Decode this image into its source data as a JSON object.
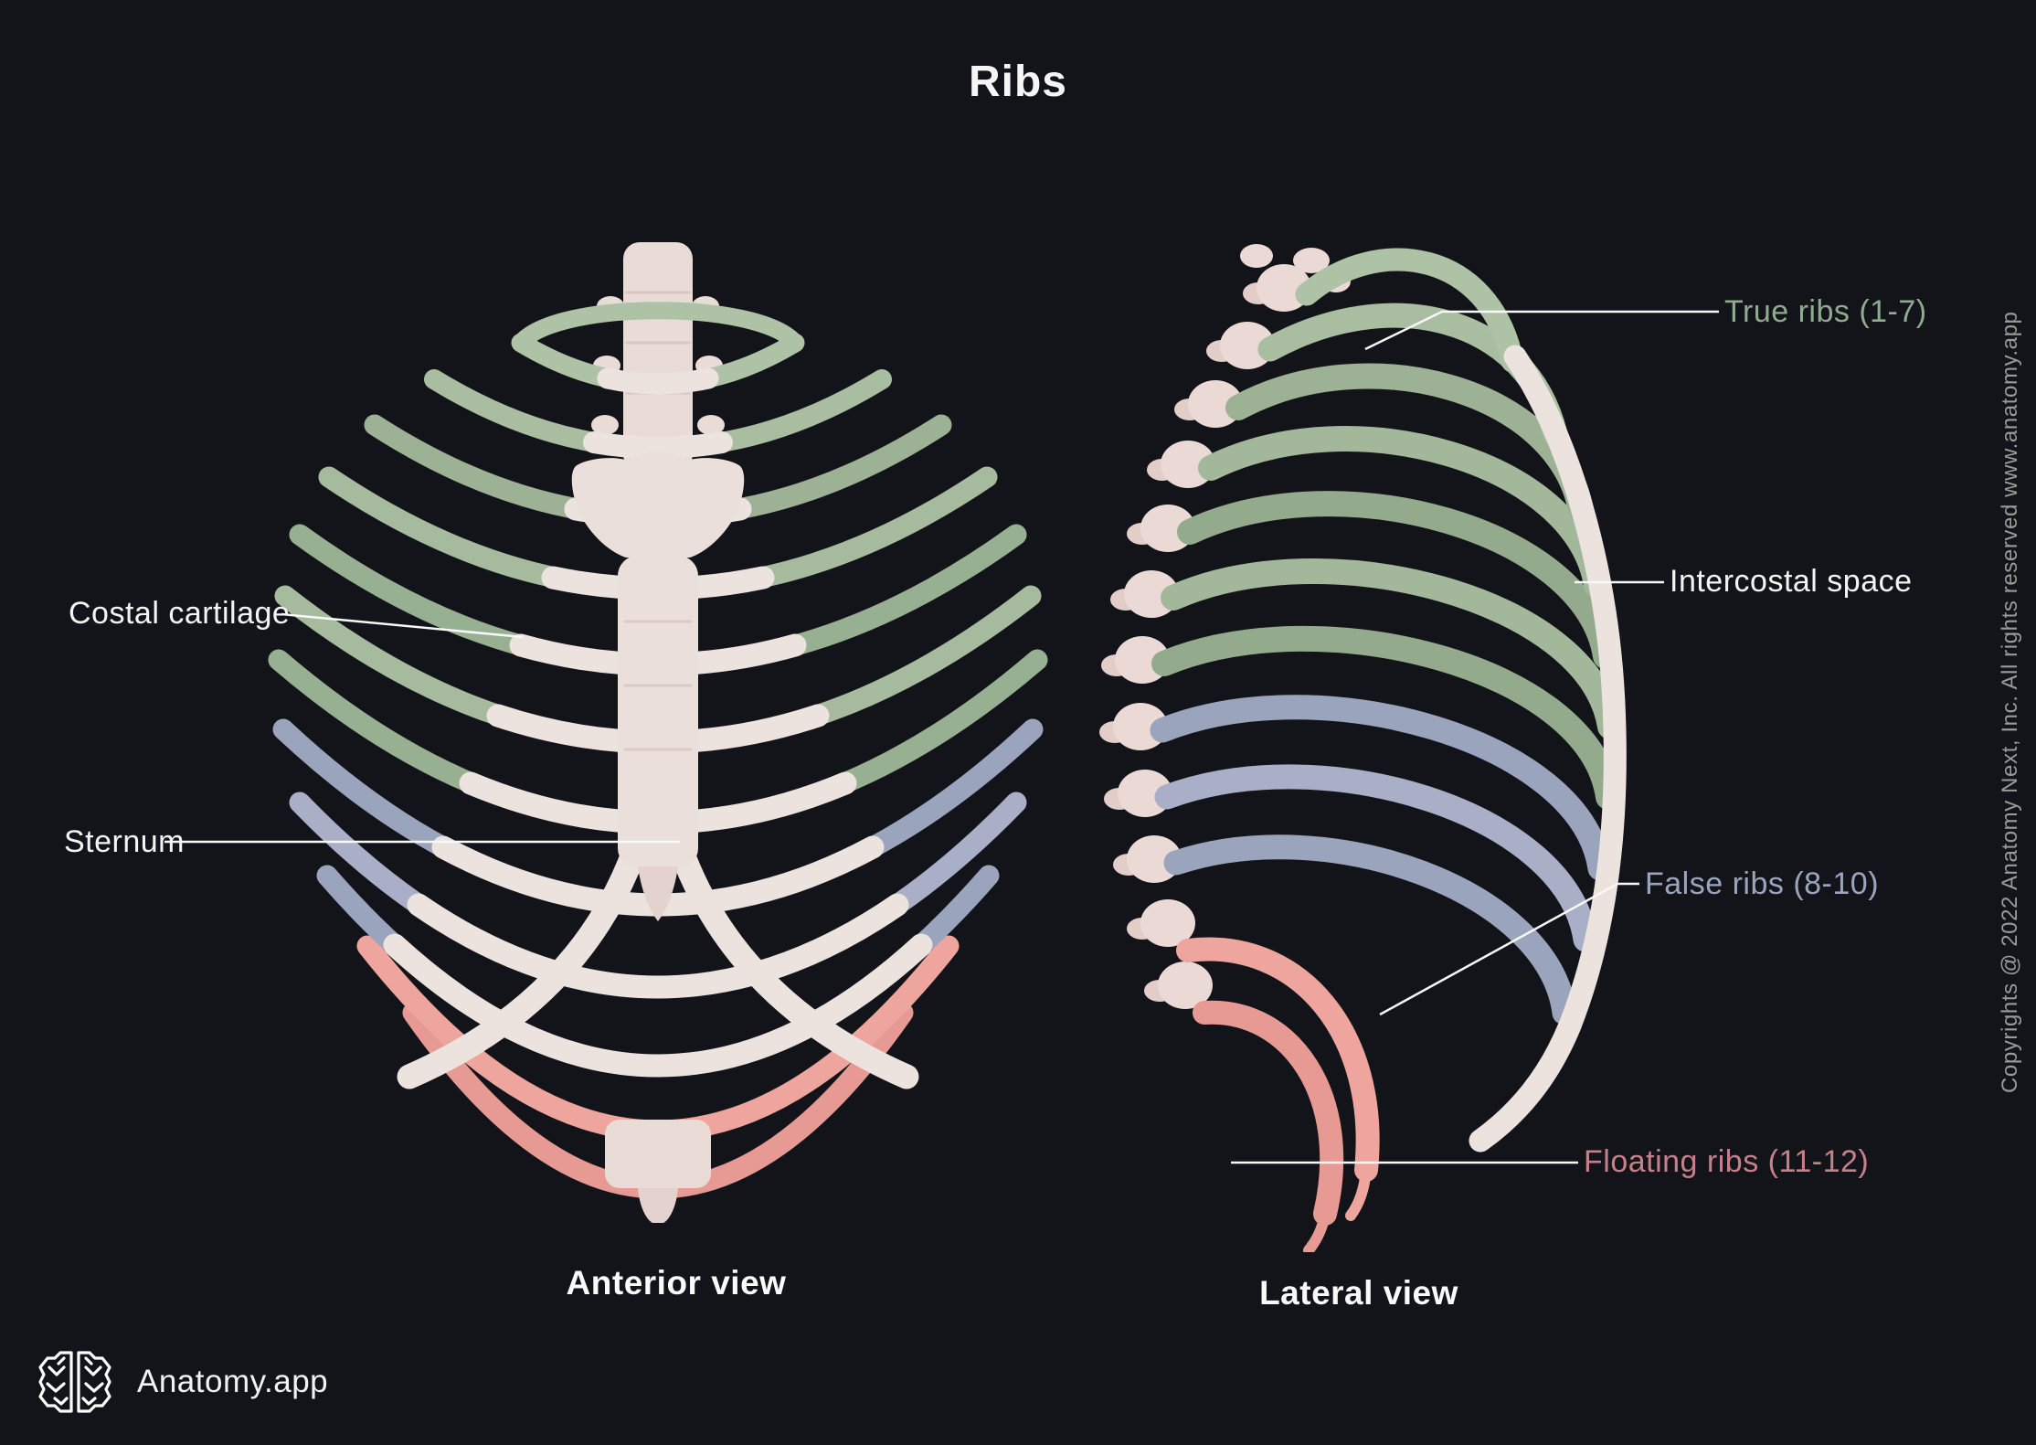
{
  "title": "Ribs",
  "views": {
    "anterior": {
      "caption": "Anterior view"
    },
    "lateral": {
      "caption": "Lateral view"
    }
  },
  "labels": {
    "costal_cartilage": {
      "text": "Costal cartilage",
      "color": "#f4f4f4"
    },
    "sternum": {
      "text": "Sternum",
      "color": "#f4f4f4"
    },
    "true_ribs": {
      "text": "True ribs (1-7)",
      "color": "#8fac91"
    },
    "intercostal_space": {
      "text": "Intercostal space",
      "color": "#f4f4f4"
    },
    "false_ribs": {
      "text": "False ribs (8-10)",
      "color": "#9aa5bd"
    },
    "floating_ribs": {
      "text": "Floating ribs (11-12)",
      "color": "#c5808a"
    }
  },
  "footer": {
    "brand": "Anatomy.app"
  },
  "copyright": "Copyrights @ 2022 Anatomy Next, Inc. All rights reserved www.anatomy.app",
  "colors": {
    "background": "#131419",
    "true_ribs_fill": "#9fb497",
    "false_ribs_fill": "#a4abc2",
    "floating_ribs_fill": "#eca49c",
    "bone": "#e9dbd6",
    "cartilage": "#ece3de",
    "leader_line": "#f8f8f8"
  }
}
